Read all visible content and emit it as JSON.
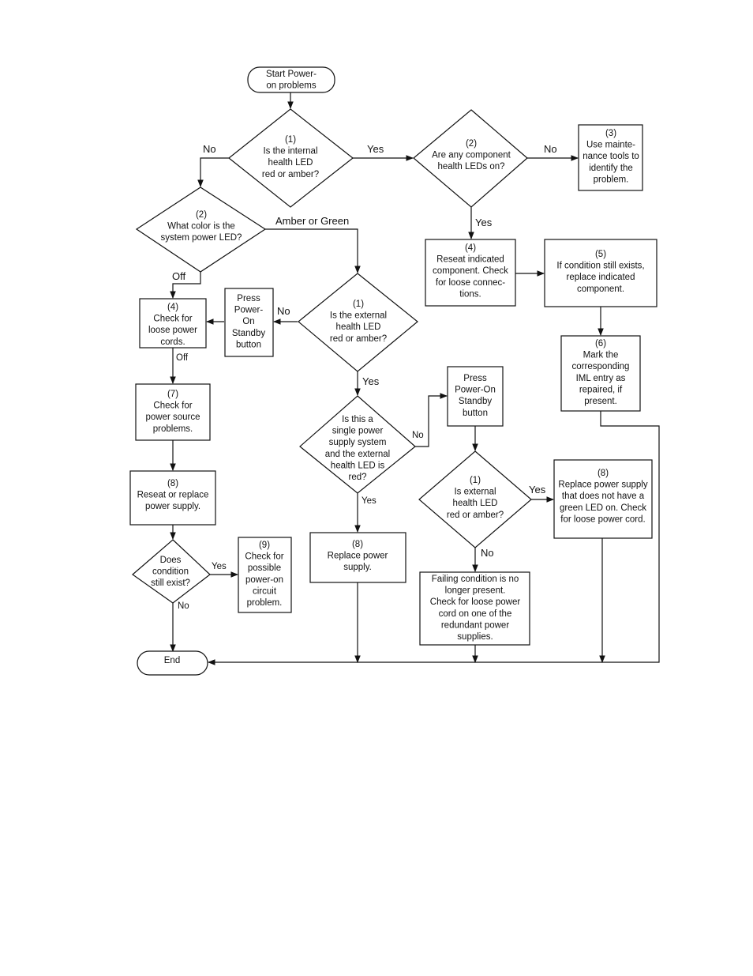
{
  "nodes": {
    "start": {
      "lines": [
        "Start Power-",
        "on problems"
      ]
    },
    "d_int_led": {
      "lines": [
        "(1)",
        "Is the internal",
        "health LED",
        "red or amber?"
      ]
    },
    "d_comp_led": {
      "lines": [
        "(2)",
        "Are any component",
        "health LEDs on?"
      ]
    },
    "b_maint": {
      "lines": [
        "(3)",
        "Use mainte-",
        "nance tools to",
        "identify the",
        "problem."
      ]
    },
    "d_sys_led": {
      "lines": [
        "(2)",
        "What color is the",
        "system power LED?"
      ]
    },
    "b_reseat_comp": {
      "lines": [
        "(4)",
        "Reseat indicated",
        "component. Check",
        "for loose connec-",
        "tions."
      ]
    },
    "b_replace_comp": {
      "lines": [
        "(5)",
        "If condition still exists,",
        "replace indicated",
        "component."
      ]
    },
    "b_press1": {
      "lines": [
        "Press",
        "Power-",
        "On",
        "Standby",
        "button"
      ]
    },
    "d_ext_led": {
      "lines": [
        "(1)",
        "Is the external",
        "health LED",
        "red or amber?"
      ]
    },
    "b_cords": {
      "lines": [
        "(4)",
        "Check for",
        "loose power",
        "cords."
      ]
    },
    "b_mark_iml": {
      "lines": [
        "(6)",
        "Mark the",
        "corresponding",
        "IML entry as",
        "repaired, if",
        "present."
      ]
    },
    "b_source": {
      "lines": [
        "(7)",
        "Check for",
        "power source",
        "problems."
      ]
    },
    "b_press2": {
      "lines": [
        "Press",
        "Power-On",
        "Standby",
        "button"
      ]
    },
    "d_single": {
      "lines": [
        "Is this a",
        "single power",
        "supply system",
        "and the external",
        "health LED is",
        "red?"
      ]
    },
    "b_reseat_ps": {
      "lines": [
        "(8)",
        "Reseat or replace",
        "power supply."
      ]
    },
    "d_ext_led2": {
      "lines": [
        "(1)",
        "Is external",
        "health LED",
        "red or amber?"
      ]
    },
    "b_replace_green": {
      "lines": [
        "(8)",
        "Replace power supply",
        "that does not have a",
        "green LED on. Check",
        "for loose power cord."
      ]
    },
    "b_replace_ps": {
      "lines": [
        "(8)",
        "Replace power",
        "supply."
      ]
    },
    "d_still": {
      "lines": [
        "Does",
        "condition",
        "still exist?"
      ]
    },
    "b_circuit": {
      "lines": [
        "(9)",
        "Check for",
        "possible",
        "power-on",
        "circuit",
        "problem."
      ]
    },
    "b_failing": {
      "lines": [
        "Failing condition is no",
        "longer present.",
        "Check for loose power",
        "cord on one of the",
        "redundant power",
        "supplies."
      ]
    },
    "end": {
      "lines": [
        "End"
      ]
    }
  },
  "labels": {
    "no_int": "No",
    "yes_int": "Yes",
    "no_comp": "No",
    "yes_comp": "Yes",
    "amber_green": "Amber or Green",
    "off_sys": "Off",
    "no_ext": "No",
    "off_cords": "Off",
    "yes_ext": "Yes",
    "no_single": "No",
    "yes_single": "Yes",
    "yes_ext2": "Yes",
    "no_ext2": "No",
    "yes_still": "Yes",
    "no_still": "No"
  }
}
